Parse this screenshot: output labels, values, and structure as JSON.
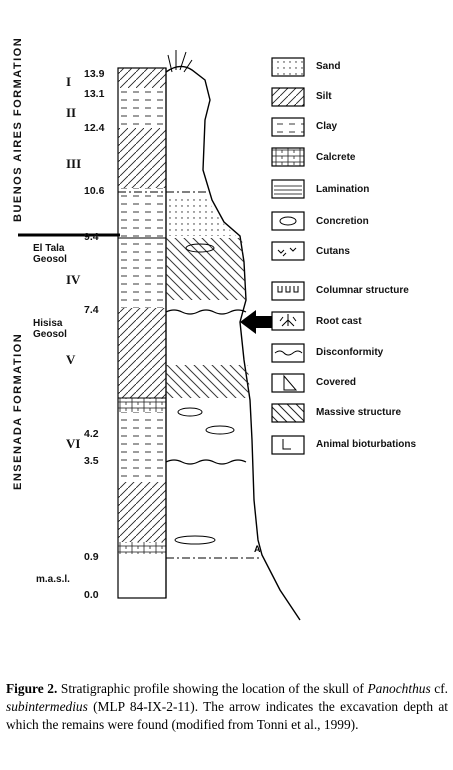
{
  "figure": {
    "formations": [
      {
        "name": "BUENOS AIRES FORMATION"
      },
      {
        "name": "ENSENADA FORMATION"
      }
    ],
    "elevations": [
      "13.9",
      "13.1",
      "12.4",
      "10.6",
      "9.4",
      "7.4",
      "4.2",
      "3.5",
      "0.9",
      "0.0"
    ],
    "units": [
      "I",
      "II",
      "III",
      "IV",
      "V",
      "VI"
    ],
    "geosols": [
      {
        "line1": "El Tala",
        "line2": "Geosol"
      },
      {
        "line1": "Hisisa",
        "line2": "Geosol"
      }
    ],
    "datum_label": "m.a.s.l.",
    "point_label": "A",
    "legend": [
      {
        "label": "Sand",
        "icon": "sand-pattern-icon"
      },
      {
        "label": "Silt",
        "icon": "silt-pattern-icon"
      },
      {
        "label": "Clay",
        "icon": "clay-pattern-icon"
      },
      {
        "label": "Calcrete",
        "icon": "calcrete-pattern-icon"
      },
      {
        "label": "Lamination",
        "icon": "lamination-pattern-icon"
      },
      {
        "label": "Concretion",
        "icon": "concretion-icon"
      },
      {
        "label": "Cutans",
        "icon": "cutans-icon"
      },
      {
        "label": "Columnar structure",
        "icon": "columnar-structure-icon"
      },
      {
        "label": "Root cast",
        "icon": "root-cast-icon"
      },
      {
        "label": "Disconformity",
        "icon": "disconformity-icon"
      },
      {
        "label": "Covered",
        "icon": "covered-icon"
      },
      {
        "label": "Massive structure",
        "icon": "massive-structure-icon"
      },
      {
        "label": "Animal bioturbations",
        "icon": "animal-bioturbation-icon"
      }
    ],
    "arrow_icon": "arrow-left-icon"
  },
  "caption": {
    "label": "Figure 2.",
    "text_before": " Stratigraphic profile showing the location of the skull of ",
    "taxon": "Panochthus",
    "text_cf": " cf. ",
    "species": "subintermedius",
    "text_after": " (MLP 84-IX-2-11). The arrow indicates the excavation depth at which the remains were found (modified from Tonni et al., 1999)."
  }
}
